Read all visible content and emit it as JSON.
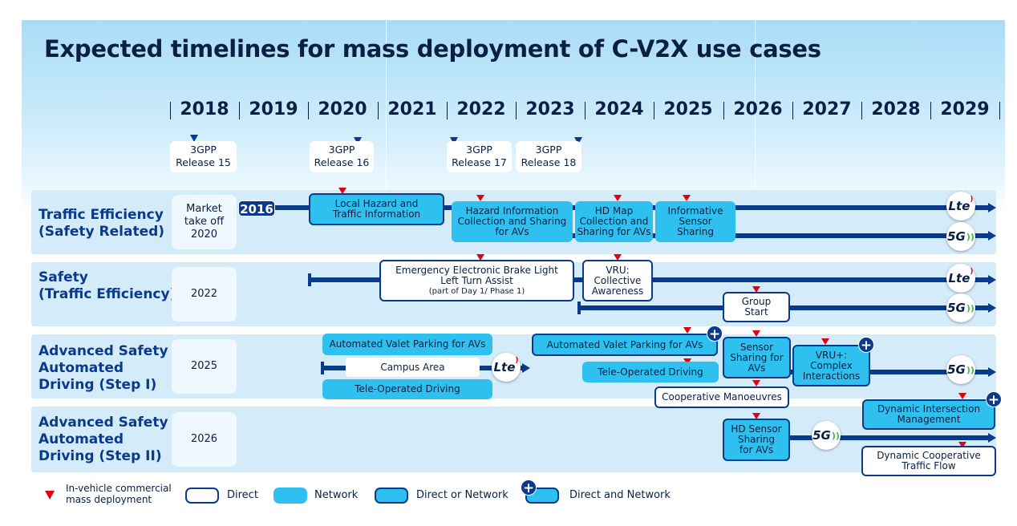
{
  "title": "Expected timelines for mass deployment of C-V2X use cases",
  "years": [
    "2018",
    "2019",
    "2020",
    "2021",
    "2022",
    "2023",
    "2024",
    "2025",
    "2026",
    "2027",
    "2028",
    "2029"
  ],
  "releases": [
    {
      "label": "3GPP\nRelease 15"
    },
    {
      "label": "3GPP\nRelease 16"
    },
    {
      "label": "3GPP\nRelease 17"
    },
    {
      "label": "3GPP\nRelease 18"
    }
  ],
  "rows": [
    {
      "label": "Traffic Efficiency\n(Safety Related)",
      "year_box": "Market\ntake off\n2020"
    },
    {
      "label": "Safety\n(Traffic Efficiency)",
      "year_box": "2022"
    },
    {
      "label": "Advanced Safety\nAutomated\nDriving (Step I)",
      "year_box": "2025"
    },
    {
      "label": "Advanced Safety\nAutomated\nDriving (Step II)",
      "year_box": "2026"
    }
  ],
  "start_tag": "2016",
  "boxes": {
    "local_hazard": "Local Hazard and\nTraffic Information",
    "hazard_info": "Hazard Information\nCollection and Sharing\nfor AVs",
    "hd_map": "HD Map\nCollection and\nSharing for AVs",
    "informative": "Informative\nSensor\nSharing",
    "eebl": "Emergency Electronic Brake Light\nLeft Turn Assist",
    "eebl_note": "(part of Day 1/ Phase 1)",
    "vru": "VRU:\nCollective\nAwareness",
    "group_start": "Group\nStart",
    "avp1": "Automated Valet Parking for AVs",
    "campus": "Campus Area",
    "teleop1": "Tele-Operated Driving",
    "avp2": "Automated Valet Parking for AVs",
    "teleop2": "Tele-Operated Driving",
    "sensor_sharing": "Sensor\nSharing for\nAVs",
    "vru_plus": "VRU+:\nComplex\nInteractions",
    "coop_man": "Cooperative Manoeuvres",
    "dim": "Dynamic Intersection\nManagement",
    "hd_sensor": "HD Sensor\nSharing\nfor AVs",
    "dctf": "Dynamic Cooperative\nTraffic Flow"
  },
  "badges": {
    "lte": "Lte",
    "fiveg": "5G"
  },
  "legend": {
    "mass": "In-vehicle commercial\nmass deployment",
    "direct": "Direct",
    "network": "Network",
    "direct_or_network": "Direct or Network",
    "direct_and_network": "Direct and Network"
  },
  "colors": {
    "navy": "#0a3a8c",
    "cyan": "#2ec1ef",
    "red": "#e3000f",
    "title": "#0a1f44",
    "band": "#d4ebf9"
  }
}
